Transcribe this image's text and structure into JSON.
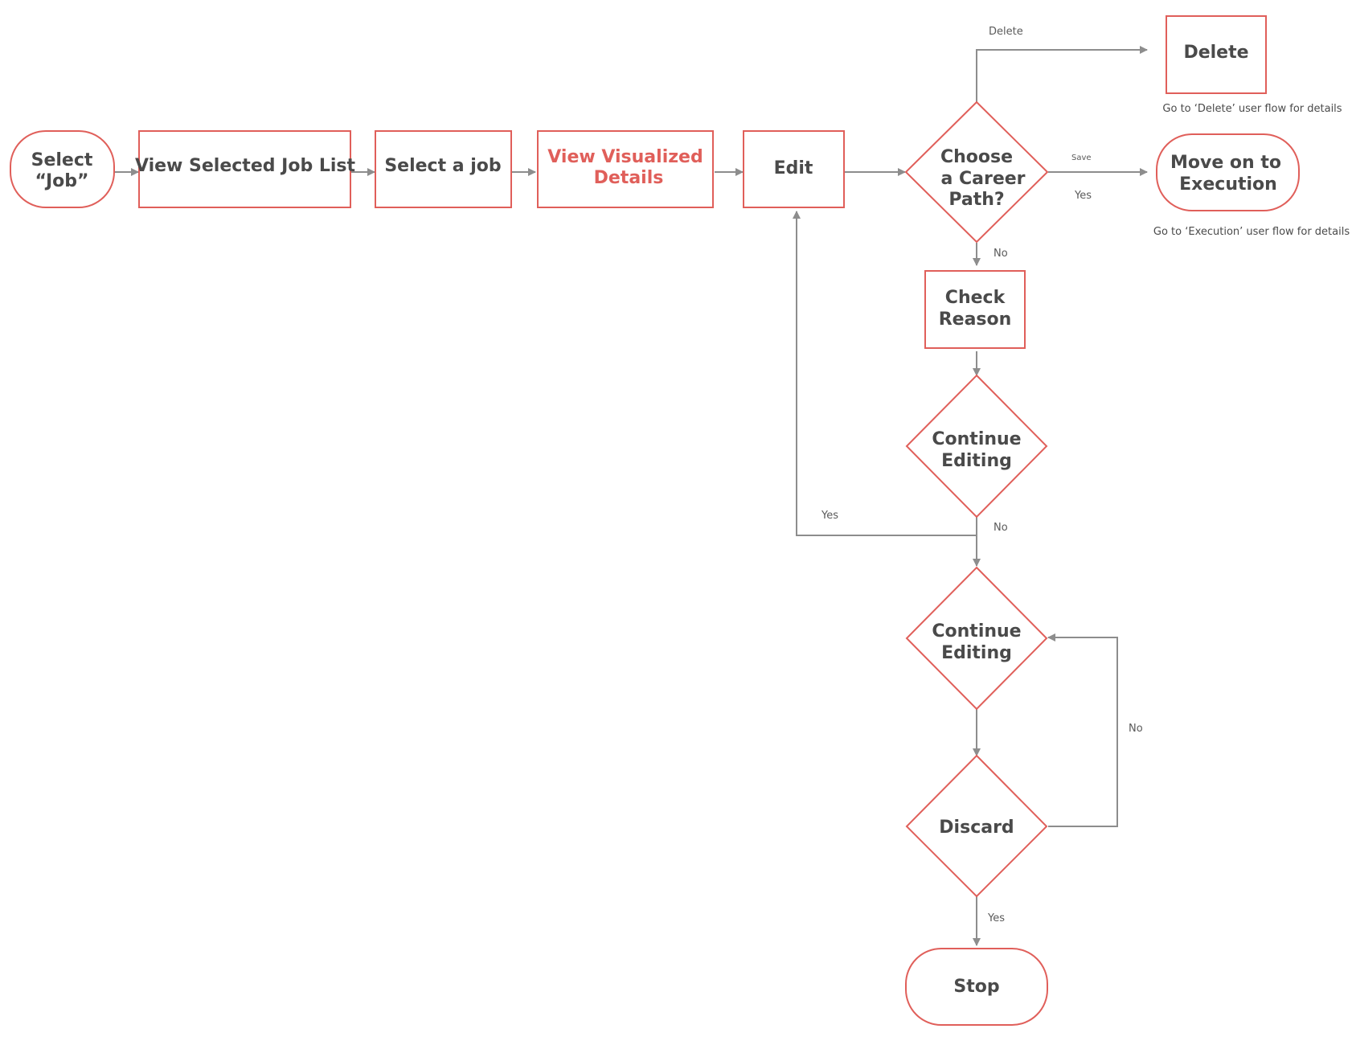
{
  "colors": {
    "shape_stroke": "#e05f5a",
    "connector": "#8d8d8d",
    "text": "#4a4a4a",
    "highlight_text": "#e05f5a",
    "background": "#ffffff"
  },
  "nodes": {
    "select_job": {
      "line1": "Select",
      "line2": "“Job”"
    },
    "view_selected_job_list": {
      "label": "View Selected Job List"
    },
    "select_a_job": {
      "label": "Select a job"
    },
    "view_visualized_details": {
      "line1": "View Visualized",
      "line2": "Details"
    },
    "edit": {
      "label": "Edit"
    },
    "choose_career_path": {
      "line1": "Choose",
      "line2": "a Career",
      "line3": "Path?"
    },
    "delete": {
      "label": "Delete"
    },
    "move_on_to_execution": {
      "line1": "Move on to",
      "line2": "Execution"
    },
    "check_reason": {
      "line1": "Check",
      "line2": "Reason"
    },
    "continue_editing_1": {
      "line1": "Continue",
      "line2": "Editing"
    },
    "continue_editing_2": {
      "line1": "Continue",
      "line2": "Editing"
    },
    "discard": {
      "label": "Discard"
    },
    "stop": {
      "label": "Stop"
    }
  },
  "edge_labels": {
    "delete": "Delete",
    "save": "Save",
    "yes_execution": "Yes",
    "no_check_reason": "No",
    "yes_back_to_edit": "Yes",
    "no_continue": "No",
    "no_loop": "No",
    "yes_stop": "Yes"
  },
  "notes": {
    "delete_flow": "Go to ‘Delete’ user flow for details",
    "execution_flow": "Go to ‘Execution’ user flow for details"
  }
}
